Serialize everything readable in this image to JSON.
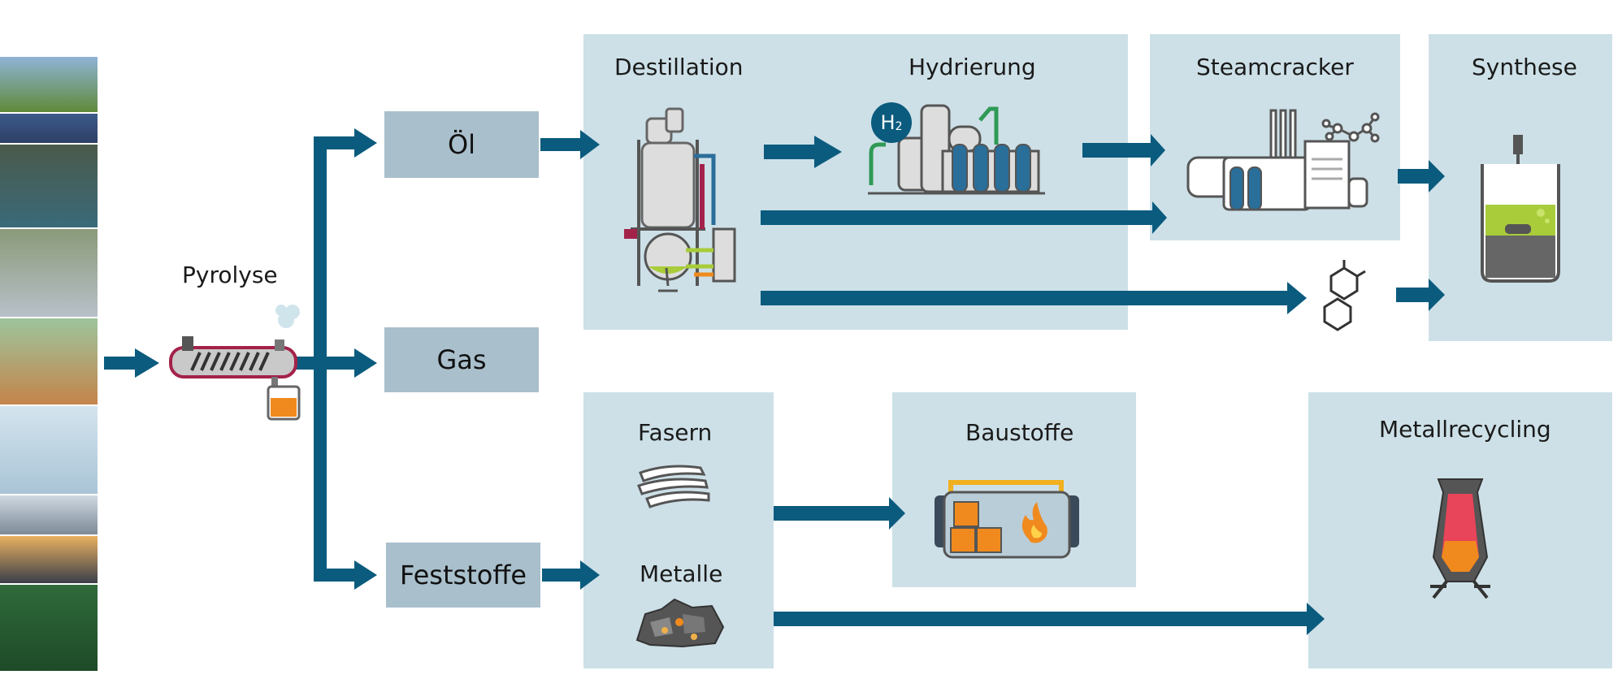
{
  "source_strip": {
    "photos": [
      {
        "name": "wind-turbine-photo",
        "color_top": "#8fb3d6",
        "color_bottom": "#5f8a3a"
      },
      {
        "name": "solar-panel-photo",
        "color_top": "#3c5a8a",
        "color_bottom": "#2d3f66"
      },
      {
        "name": "battery-module-photo",
        "color_top": "#4a5a4a",
        "color_bottom": "#3a6a7a"
      },
      {
        "name": "wind-blade-field-photo",
        "color_top": "#8a9a7a",
        "color_bottom": "#b8c0c8"
      },
      {
        "name": "insulation-material-photo",
        "color_top": "#9dc59d",
        "color_bottom": "#c4844a"
      },
      {
        "name": "glass-fibre-photo",
        "color_top": "#d4e4ee",
        "color_bottom": "#a9c4d6"
      },
      {
        "name": "airplane-photo",
        "color_top": "#cfd8e0",
        "color_bottom": "#7c8a98"
      },
      {
        "name": "car-photo",
        "color_top": "#e8b060",
        "color_bottom": "#3a3f4a"
      },
      {
        "name": "circuit-board-photo",
        "color_top": "#2f6a3a",
        "color_bottom": "#1e4a28"
      }
    ]
  },
  "process": {
    "pyrolysis_label": "Pyrolyse"
  },
  "products": {
    "oil": "Öl",
    "gas": "Gas",
    "solids": "Feststoffe"
  },
  "steps": {
    "distillation": "Destillation",
    "hydrogenation": "Hydrierung",
    "hydrogen_symbol": "H",
    "hydrogen_subscript": "2",
    "steamcracker": "Steamcracker",
    "synthesis": "Synthese",
    "fibres": "Fasern",
    "metals": "Metalle",
    "building_materials": "Baustoffe",
    "metal_recycling": "Metallrecycling"
  },
  "colors": {
    "arrow": "#0b5b7e",
    "panel": "#cde0e7",
    "product_box": "#a9bfcc",
    "accent_orange": "#f08a1e",
    "accent_green": "#a8cc3a",
    "accent_red": "#a3224a"
  }
}
